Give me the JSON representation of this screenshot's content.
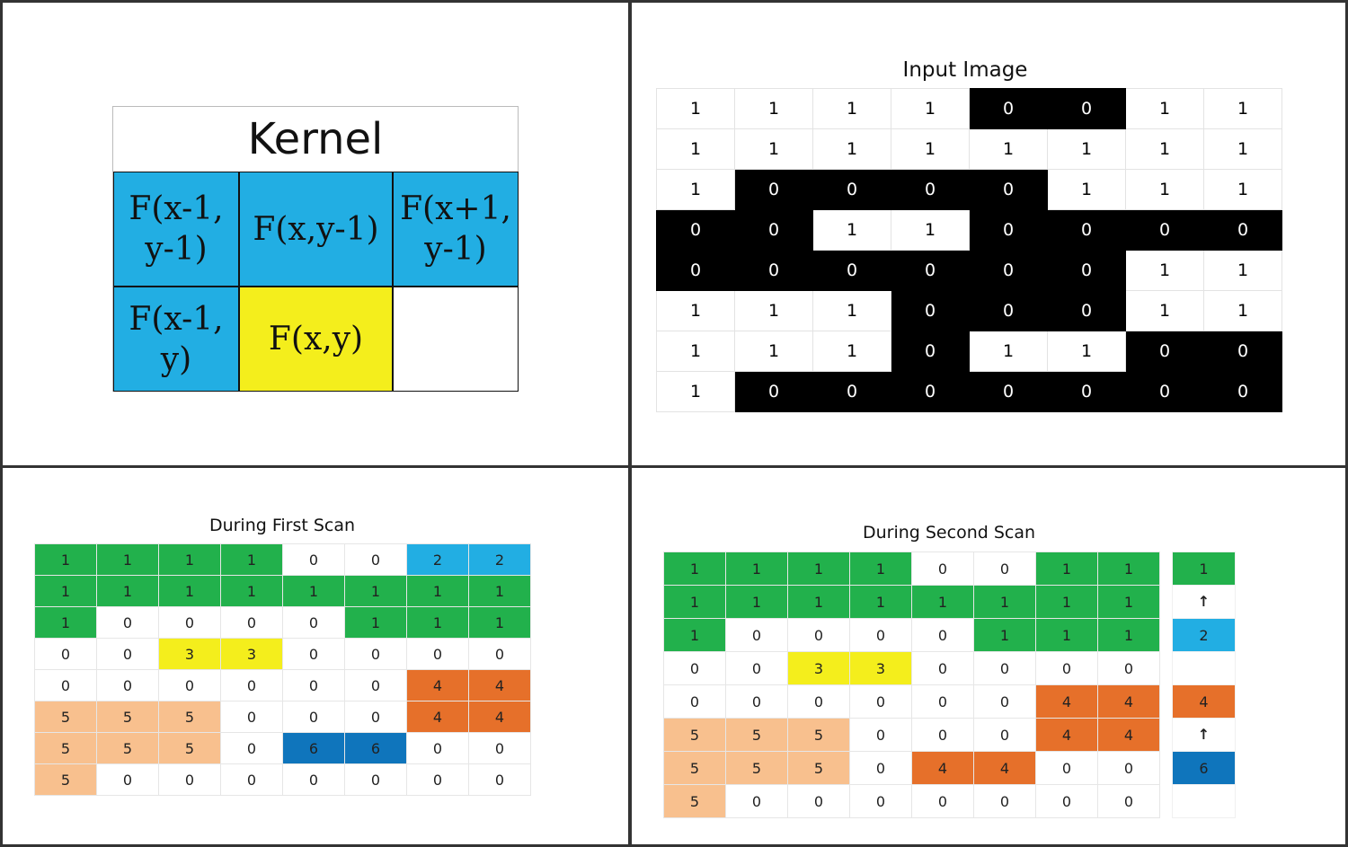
{
  "kernel": {
    "title": "Kernel",
    "cells": [
      "F(x-1,\n    y-1)",
      "F(x,y-1)",
      "F(x+1,\n    y-1)",
      "F(x-1,\n    y)",
      "F(x,y)",
      ""
    ]
  },
  "input_image": {
    "title": "Input Image",
    "rows": [
      [
        1,
        1,
        1,
        1,
        0,
        0,
        1,
        1
      ],
      [
        1,
        1,
        1,
        1,
        1,
        1,
        1,
        1
      ],
      [
        1,
        0,
        0,
        0,
        0,
        1,
        1,
        1
      ],
      [
        0,
        0,
        1,
        1,
        0,
        0,
        0,
        0
      ],
      [
        0,
        0,
        0,
        0,
        0,
        0,
        1,
        1
      ],
      [
        1,
        1,
        1,
        0,
        0,
        0,
        1,
        1
      ],
      [
        1,
        1,
        1,
        0,
        1,
        1,
        0,
        0
      ],
      [
        1,
        0,
        0,
        0,
        0,
        0,
        0,
        0
      ]
    ]
  },
  "first_scan": {
    "title": "During First Scan",
    "rows": [
      [
        1,
        1,
        1,
        1,
        0,
        0,
        2,
        2
      ],
      [
        1,
        1,
        1,
        1,
        1,
        1,
        1,
        1
      ],
      [
        1,
        0,
        0,
        0,
        0,
        1,
        1,
        1
      ],
      [
        0,
        0,
        3,
        3,
        0,
        0,
        0,
        0
      ],
      [
        0,
        0,
        0,
        0,
        0,
        0,
        4,
        4
      ],
      [
        5,
        5,
        5,
        0,
        0,
        0,
        4,
        4
      ],
      [
        5,
        5,
        5,
        0,
        6,
        6,
        0,
        0
      ],
      [
        5,
        0,
        0,
        0,
        0,
        0,
        0,
        0
      ]
    ]
  },
  "second_scan": {
    "title": "During Second Scan",
    "rows": [
      [
        1,
        1,
        1,
        1,
        0,
        0,
        1,
        1
      ],
      [
        1,
        1,
        1,
        1,
        1,
        1,
        1,
        1
      ],
      [
        1,
        0,
        0,
        0,
        0,
        1,
        1,
        1
      ],
      [
        0,
        0,
        3,
        3,
        0,
        0,
        0,
        0
      ],
      [
        0,
        0,
        0,
        0,
        0,
        0,
        4,
        4
      ],
      [
        5,
        5,
        5,
        0,
        0,
        0,
        4,
        4
      ],
      [
        5,
        5,
        5,
        0,
        4,
        4,
        0,
        0
      ],
      [
        5,
        0,
        0,
        0,
        0,
        0,
        0,
        0
      ]
    ],
    "equivalence": [
      "1",
      "↑",
      "2",
      "",
      "4",
      "↑",
      "6",
      ""
    ],
    "equivalence_colors": [
      "c1",
      "c0",
      "c2",
      "c0",
      "c4",
      "c0",
      "c6",
      "c0"
    ]
  },
  "colors": {
    "label_1": "#22b14c",
    "label_2": "#22aee3",
    "label_3": "#f4ee1c",
    "label_4": "#e6702a",
    "label_5": "#f8c08e",
    "label_6": "#0f75bc",
    "foreground": "#000000"
  }
}
